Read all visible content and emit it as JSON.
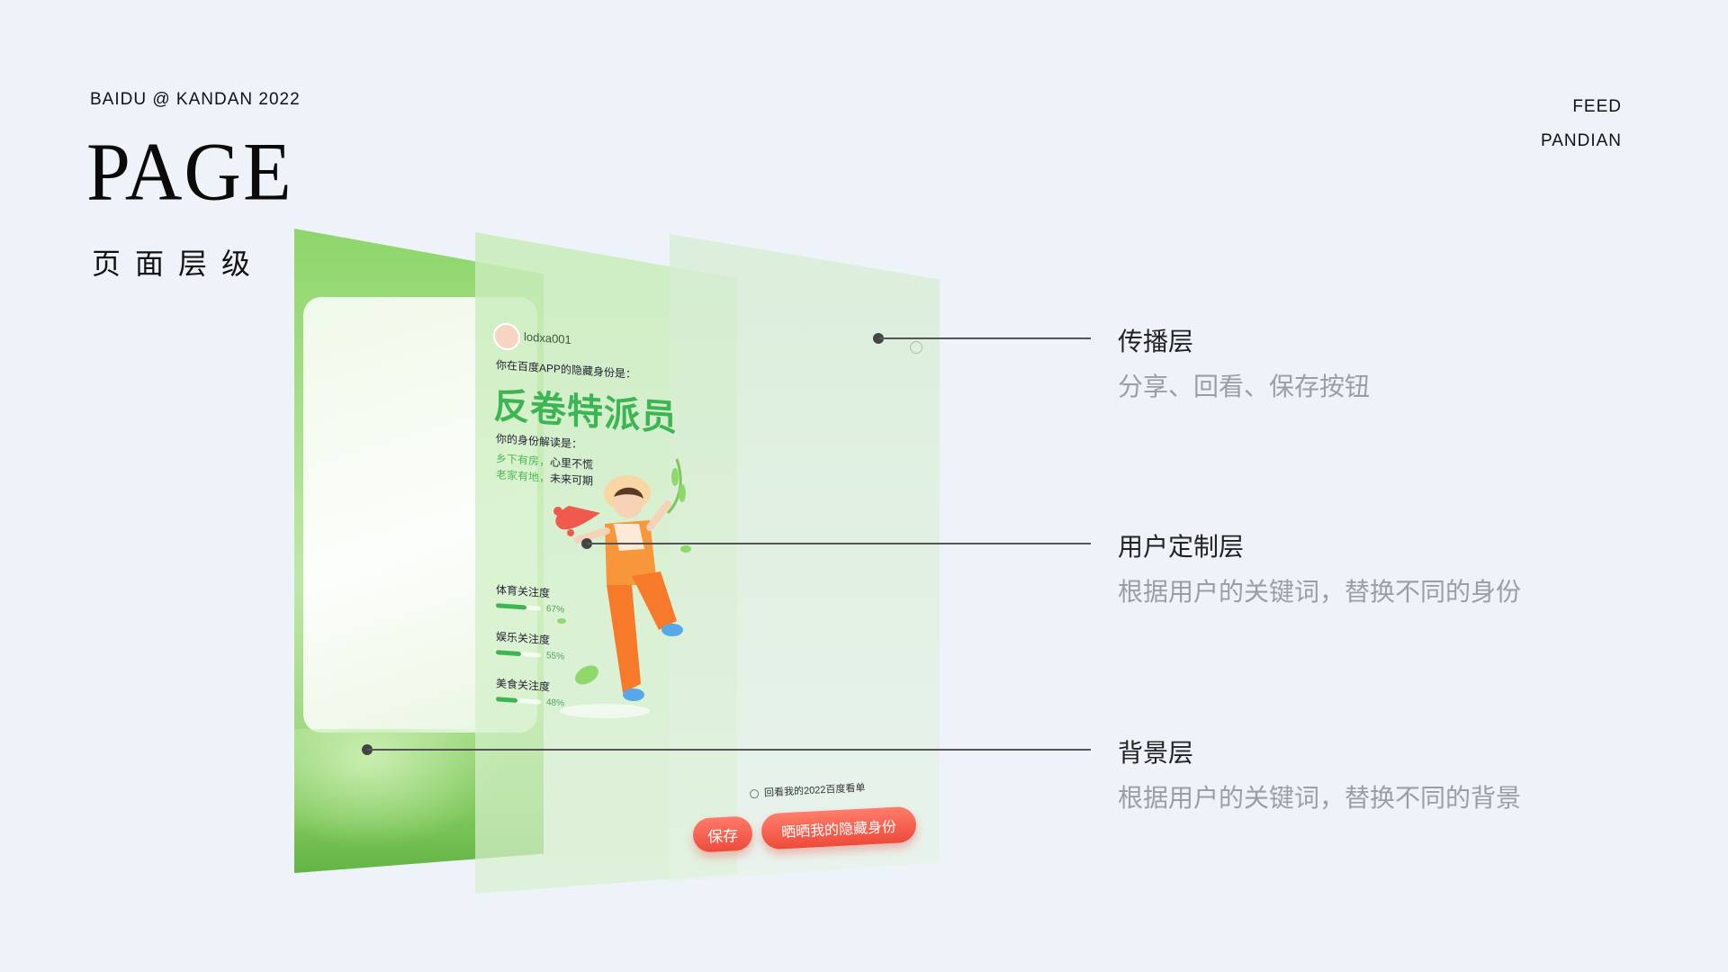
{
  "header": {
    "brand": "BAIDU @ KANDAN 2022",
    "title": "PAGE",
    "subtitle": "页面层级",
    "corner_line1": "FEED",
    "corner_line2": "PANDIAN"
  },
  "mockup": {
    "username": "lodxa001",
    "prompt": "你在百度APP的隐藏身份是：",
    "identity": "反卷特派员",
    "interpretation_label": "你的身份解读是：",
    "interp_line1_green": "乡下有房，",
    "interp_line1_dark": "心里不慌",
    "interp_line2_green": "老家有地，",
    "interp_line2_dark": "未来可期",
    "stats": [
      {
        "label": "体育关注度",
        "percent": "67%",
        "value": 0.67
      },
      {
        "label": "娱乐关注度",
        "percent": "55%",
        "value": 0.55
      },
      {
        "label": "美食关注度",
        "percent": "48%",
        "value": 0.48
      }
    ],
    "replay_text": "回看我的2022百度看单",
    "save_button": "保存",
    "share_button": "晒晒我的隐藏身份"
  },
  "callouts": [
    {
      "title": "传播层",
      "desc": "分享、回看、保存按钮"
    },
    {
      "title": "用户定制层",
      "desc": "根据用户的关键词，替换不同的身份"
    },
    {
      "title": "背景层",
      "desc": "根据用户的关键词，替换不同的背景"
    }
  ],
  "colors": {
    "page_bg": "#eef3f9",
    "accent_green": "#3cb552",
    "button_red": "#ee4b3b",
    "desc_gray": "#9a9ea5"
  }
}
